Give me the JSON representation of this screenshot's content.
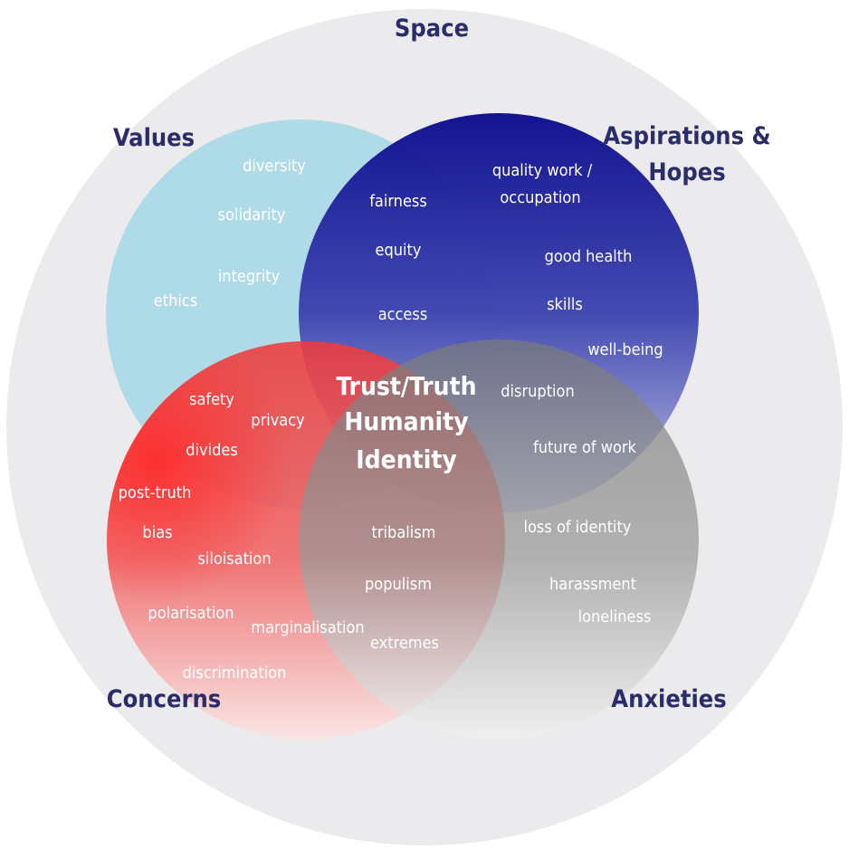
{
  "outer_label": "Space",
  "categories": {
    "values": "Values",
    "aspirations_line1": "Aspirations &",
    "aspirations_line2": "Hopes",
    "concerns": "Concerns",
    "anxieties": "Anxieties"
  },
  "center": {
    "line1": "Trust/Truth",
    "line2": "Humanity",
    "line3": "Identity"
  },
  "terms": {
    "diversity": "diversity",
    "solidarity": "solidarity",
    "integrity": "integrity",
    "ethics": "ethics",
    "fairness": "fairness",
    "equity": "equity",
    "access": "access",
    "quality_work_1": "quality work /",
    "quality_work_2": "occupation",
    "good_health": "good health",
    "skills": "skills",
    "well_being": "well-being",
    "safety": "safety",
    "privacy": "privacy",
    "divides": "divides",
    "disruption": "disruption",
    "future_of_work": "future of work",
    "post_truth": "post-truth",
    "bias": "bias",
    "siloisation": "siloisation",
    "polarisation": "polarisation",
    "marginalisation": "marginalisation",
    "discrimination": "discrimination",
    "tribalism": "tribalism",
    "populism": "populism",
    "extremes": "extremes",
    "loss_of_identity": "loss of identity",
    "harassment": "harassment",
    "loneliness": "loneliness"
  },
  "colors": {
    "outer": "#ebebed",
    "values": "#a9d8e6",
    "aspirations": "#1a1aa0",
    "concerns": "#ee3a3a",
    "anxieties": "#8c8c8c",
    "label": "#2b2d6b"
  }
}
